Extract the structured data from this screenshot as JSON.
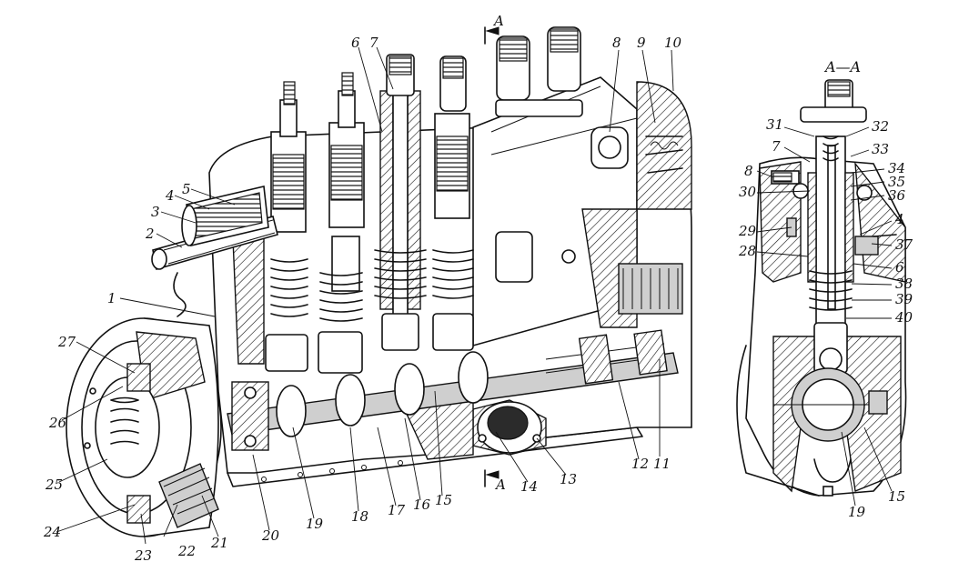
{
  "section_title": "A—A",
  "section_marks": {
    "top": "A",
    "bottom": "A"
  },
  "main_view_labels": {
    "l1": "1",
    "l2": "2",
    "l3": "3",
    "l4": "4",
    "l5": "5",
    "l6": "6",
    "l7": "7",
    "l8": "8",
    "l9": "9",
    "l10": "10",
    "l11": "11",
    "l12": "12",
    "l13": "13",
    "l14": "14",
    "l15": "15",
    "l16": "16",
    "l17": "17",
    "l18": "18",
    "l19": "19",
    "l20": "20",
    "l21": "21",
    "l22": "22",
    "l23": "23",
    "l24": "24",
    "l25": "25",
    "l26": "26",
    "l27": "27"
  },
  "section_view_labels": {
    "s31": "31",
    "s32": "32",
    "s7": "7",
    "s33": "33",
    "s8": "8",
    "s34": "34",
    "s35": "35",
    "s30": "30",
    "s36": "36",
    "s4": "4",
    "s29": "29",
    "s37": "37",
    "s28": "28",
    "s6": "6",
    "s38": "38",
    "s39": "39",
    "s40": "40",
    "s19": "19",
    "s15": "15"
  }
}
